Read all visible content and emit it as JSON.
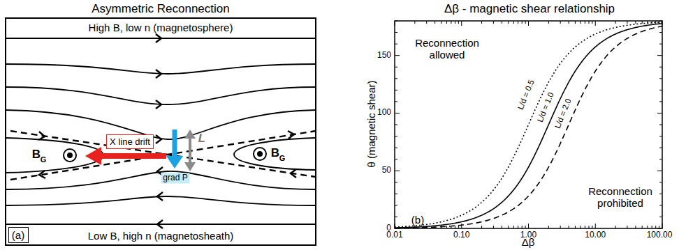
{
  "diagram": {
    "nodes": [
      {
        "text": [
          "X line drift"
        ]
      },
      {
        "text": [
          "(a)"
        ]
      }
    ],
    "labels": [
      "Asymmetric Reconnection",
      "High B, low n (magnetosphere)",
      "Low B, high n (magnetosheath)",
      "B",
      "G",
      "B",
      "G",
      "grad P",
      "L",
      "Δβ - magnetic shear relationship",
      "θ (magnetic shear)",
      "Δβ",
      "0",
      "50",
      "100",
      "150",
      "0.01",
      "0.10",
      "1.00",
      "10.00",
      "100.00",
      "Reconnection allowed",
      "Reconnection prohibited",
      "L/d = 0.5",
      "L/d = 1.0",
      "L/d = 2.0",
      "(b)"
    ]
  }
}
